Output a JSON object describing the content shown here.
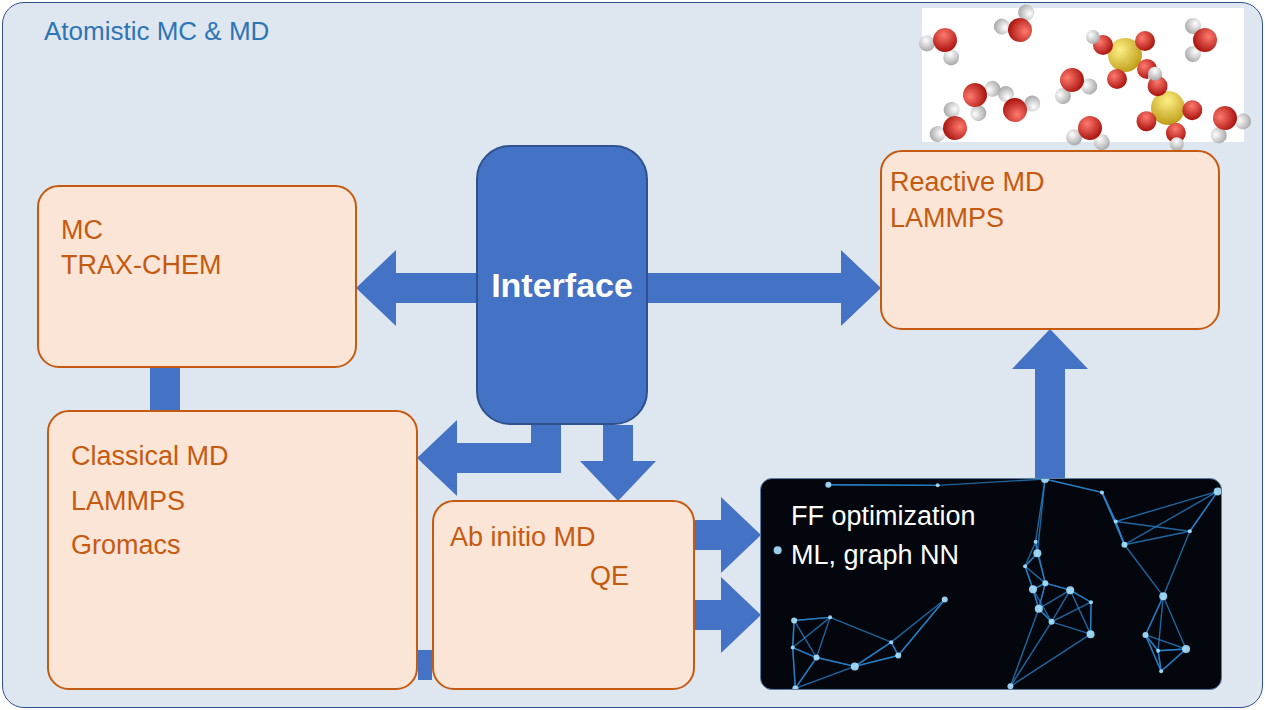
{
  "diagram": {
    "title": "Atomistic MC & MD",
    "nodes": [
      {
        "text": [
          "MC",
          "TRAX-CHEM"
        ]
      },
      {
        "text": [
          "Interface"
        ]
      },
      {
        "text": [
          "Reactive MD",
          "LAMMPS"
        ]
      },
      {
        "text": [
          "Classical MD",
          "LAMMPS",
          "Gromacs"
        ]
      },
      {
        "text": [
          "Ab initio MD",
          "QE"
        ]
      },
      {
        "text": [
          "FF optimization",
          "ML, graph NN"
        ]
      }
    ],
    "edges": [
      {
        "from": 1,
        "to": 0,
        "arrow": "to"
      },
      {
        "from": 1,
        "to": 2,
        "arrow": "to"
      },
      {
        "from": 0,
        "to": 3,
        "arrow": "none"
      },
      {
        "from": 1,
        "to": 3,
        "arrow": "to"
      },
      {
        "from": 1,
        "to": 4,
        "arrow": "to"
      },
      {
        "from": 3,
        "to": 4,
        "arrow": "none"
      },
      {
        "from": 4,
        "to": 5,
        "arrow": "to"
      },
      {
        "from": 4,
        "to": 5,
        "arrow": "to"
      },
      {
        "from": 5,
        "to": 2,
        "arrow": "to"
      }
    ]
  }
}
